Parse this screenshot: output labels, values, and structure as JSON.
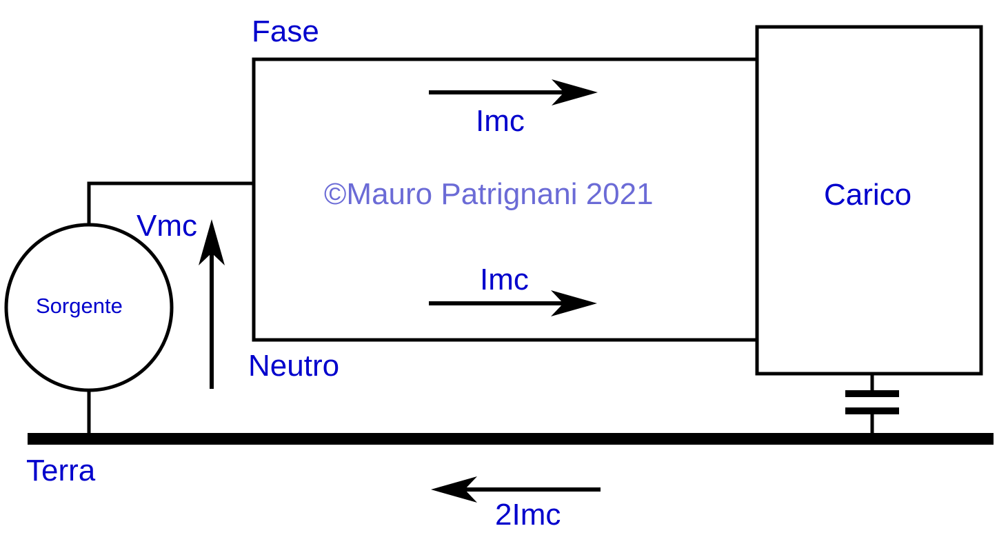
{
  "labels": {
    "fase": "Fase",
    "neutro": "Neutro",
    "terra": "Terra",
    "carico": "Carico",
    "sorgente": "Sorgente",
    "vmc": "Vmc",
    "imc_top": "Imc",
    "imc_bottom": "Imc",
    "two_imc": "2Imc"
  },
  "watermark": "©Mauro Patrignani 2021",
  "colors": {
    "text": "#0000cc",
    "watermark": "#6b6bd6",
    "lines": "#000000",
    "background": "#ffffff"
  }
}
